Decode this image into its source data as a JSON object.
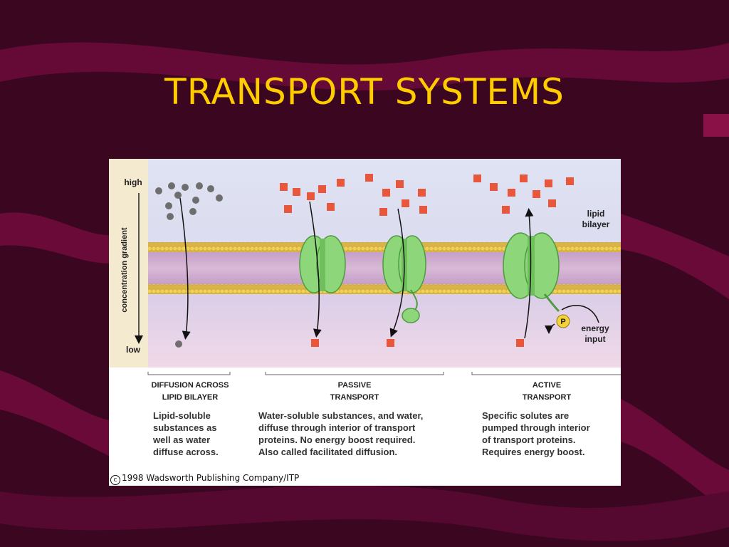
{
  "slide": {
    "title": "TRANSPORT SYSTEMS",
    "colors": {
      "background": "#3a0620",
      "stripe": "#6a0a38",
      "title": "#ffcc00"
    }
  },
  "figure": {
    "gradient_axis": {
      "high": "high",
      "label": "concentration gradient",
      "low": "low"
    },
    "labels": {
      "lipid_bilayer": "lipid\nbilayer",
      "phosphate": "P",
      "energy_input": "energy\ninput"
    },
    "panels": [
      {
        "heading": "DIFFUSION ACROSS\nLIPID BILAYER",
        "description": "Lipid-soluble\nsubstances as\nwell as water\ndiffuse across."
      },
      {
        "heading": "PASSIVE\nTRANSPORT",
        "description": "Water-soluble substances, and water,\ndiffuse through interior of transport\nproteins. No energy boost required.\nAlso called facilitated diffusion."
      },
      {
        "heading": "ACTIVE\nTRANSPORT",
        "description": "Specific solutes are\npumped through interior\nof transport proteins.\nRequires energy boost."
      }
    ],
    "credit": "1998 Wadsworth Publishing Company/ITP",
    "colors": {
      "membrane_core": "#c9a8c8",
      "heads": "#e0b93a",
      "protein": "#8ed67a",
      "solute_square": "#e8573c",
      "solute_circle": "#6e6e6e"
    }
  }
}
